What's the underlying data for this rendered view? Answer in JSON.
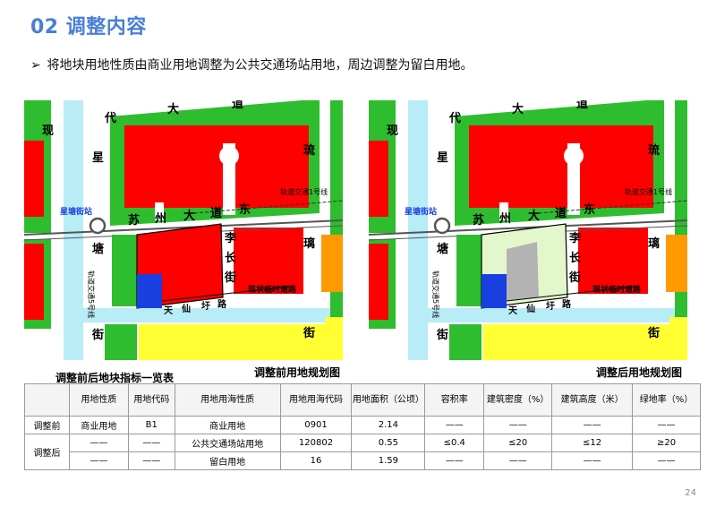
{
  "header": {
    "title": "02 调整内容",
    "bullet_marker": "➢",
    "bullet": "将地块用地性质由商业用地调整为公共交通场站用地，周边调整为留白用地。"
  },
  "maps": {
    "labels": {
      "road_top": [
        "现",
        "代",
        "大",
        "道"
      ],
      "road_left_v": [
        "星",
        "塘",
        "街"
      ],
      "road_right_v": [
        "琉",
        "璃",
        "街"
      ],
      "road_mid": [
        "苏",
        "州",
        "大",
        "道",
        "东"
      ],
      "road_li": [
        "李",
        "长",
        "街"
      ],
      "road_bottom": [
        "天",
        "仙",
        "圩",
        "路"
      ],
      "station": "星塘街站",
      "metro_line": "轨道交通1号线",
      "metro_line_v": "轨道交通5号线",
      "temp_road": "现状临时道路"
    },
    "colors": {
      "commercial": "#ff0000",
      "green": "#2ebd2e",
      "yellow": "#ffff33",
      "orange": "#ff9900",
      "light_blue": "#b8ecf7",
      "blue": "#1a3fe0",
      "grey": "#b3b3b3",
      "reserved": "#e3f7cc"
    }
  },
  "captions": {
    "table_title": "调整前后地块指标一览表",
    "before": "调整前用地规划图",
    "after": "调整后用地规划图"
  },
  "table": {
    "headers": [
      "",
      "用地性质",
      "用地代码",
      "用地用海性质",
      "用地用海代码",
      "用地面积（公顷）",
      "容积率",
      "建筑密度（%）",
      "建筑高度（米）",
      "绿地率（%）"
    ],
    "before_label": "调整前",
    "after_label": "调整后",
    "row_before": [
      "商业用地",
      "B1",
      "商业用地",
      "0901",
      "2.14",
      "——",
      "——",
      "——",
      "——"
    ],
    "row_after_1": [
      "——",
      "——",
      "公共交通场站用地",
      "120802",
      "0.55",
      "≤0.4",
      "≤20",
      "≤12",
      "≥20"
    ],
    "row_after_2": [
      "——",
      "——",
      "留白用地",
      "16",
      "1.59",
      "——",
      "——",
      "——",
      "——"
    ]
  },
  "footer": {
    "page_number": "24"
  }
}
